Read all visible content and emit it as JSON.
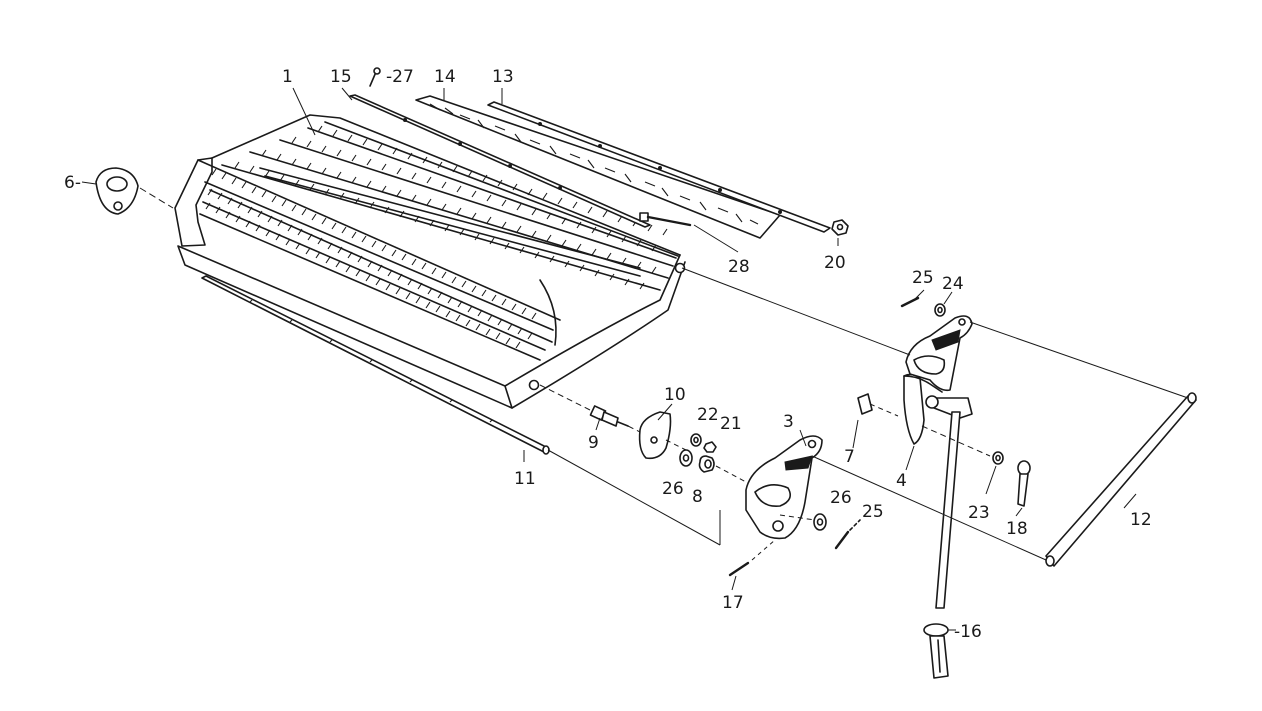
{
  "callouts": [
    {
      "id": "c1",
      "text": "1"
    },
    {
      "id": "c15",
      "text": "15"
    },
    {
      "id": "c27",
      "text": "-27"
    },
    {
      "id": "c14",
      "text": "14"
    },
    {
      "id": "c13",
      "text": "13"
    },
    {
      "id": "c6",
      "text": "6-"
    },
    {
      "id": "c28",
      "text": "28"
    },
    {
      "id": "c20",
      "text": "20"
    },
    {
      "id": "c25a",
      "text": "25"
    },
    {
      "id": "c24",
      "text": "24"
    },
    {
      "id": "c10",
      "text": "10"
    },
    {
      "id": "c22",
      "text": "22"
    },
    {
      "id": "c21",
      "text": "21"
    },
    {
      "id": "c9",
      "text": "9"
    },
    {
      "id": "c3",
      "text": "3"
    },
    {
      "id": "c7",
      "text": "7"
    },
    {
      "id": "c4",
      "text": "4"
    },
    {
      "id": "c11",
      "text": "11"
    },
    {
      "id": "c26a",
      "text": "26"
    },
    {
      "id": "c8",
      "text": "8"
    },
    {
      "id": "c26b",
      "text": "26"
    },
    {
      "id": "c25b",
      "text": "25"
    },
    {
      "id": "c23",
      "text": "23"
    },
    {
      "id": "c18",
      "text": "18"
    },
    {
      "id": "c12",
      "text": "12"
    },
    {
      "id": "c17",
      "text": "17"
    },
    {
      "id": "c16",
      "text": "-16"
    }
  ]
}
